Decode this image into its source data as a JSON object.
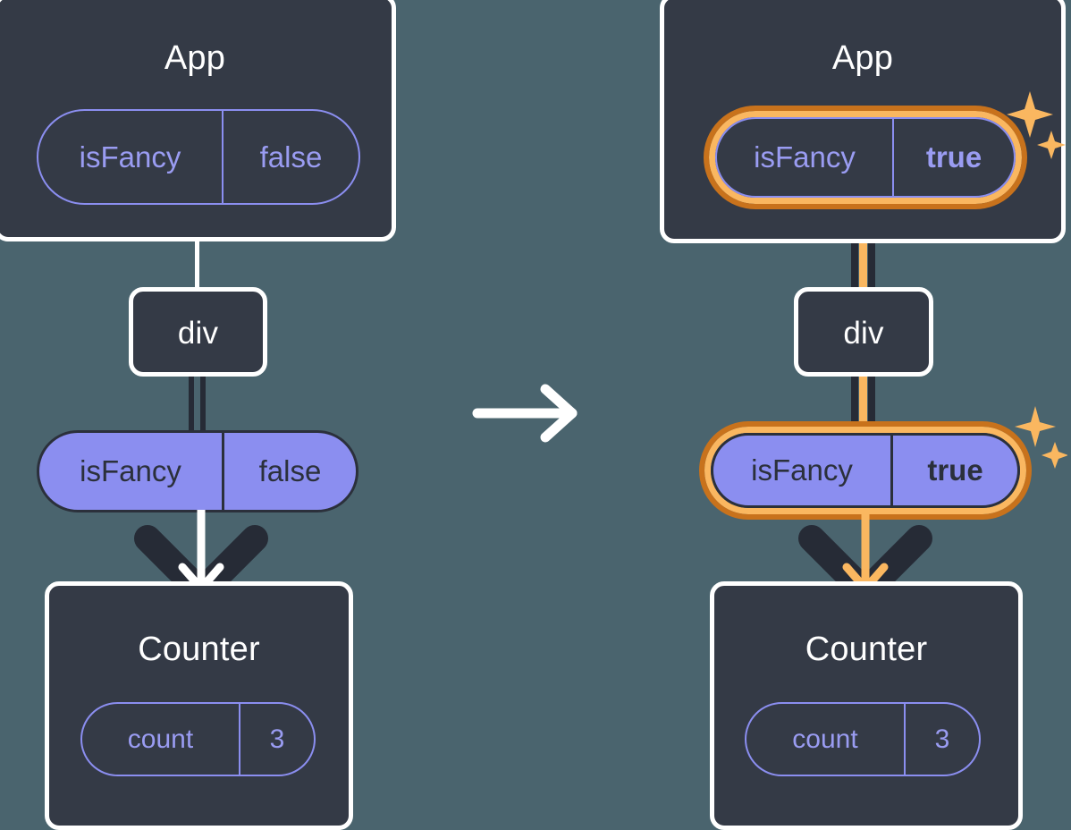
{
  "diagram": {
    "type": "react-component-tree-state-update",
    "background_color": "#4a646e",
    "transition_arrow": "right-arrow",
    "panels": [
      {
        "id": "before",
        "app": {
          "title": "App",
          "prop": {
            "key": "isFancy",
            "value": "false",
            "highlighted": false,
            "bold_value": false
          }
        },
        "div": {
          "label": "div"
        },
        "flow_pill": {
          "key": "isFancy",
          "value": "false",
          "highlighted": false,
          "bold_value": false
        },
        "counter": {
          "title": "Counter",
          "state": {
            "key": "count",
            "value": "3"
          }
        },
        "arrow_color": "#ffffff",
        "line_color": "#ffffff"
      },
      {
        "id": "after",
        "app": {
          "title": "App",
          "prop": {
            "key": "isFancy",
            "value": "true",
            "highlighted": true,
            "bold_value": true
          }
        },
        "div": {
          "label": "div"
        },
        "flow_pill": {
          "key": "isFancy",
          "value": "true",
          "highlighted": true,
          "bold_value": true
        },
        "counter": {
          "title": "Counter",
          "state": {
            "key": "count",
            "value": "3"
          }
        },
        "arrow_color": "#fab760",
        "line_color": "#fab760"
      }
    ],
    "colors": {
      "node_fill": "#343a46",
      "node_border": "#ffffff",
      "pill_outline": "#8b8ef0",
      "pill_solid_fill": "#8b8ef0",
      "pill_solid_text": "#2b303b",
      "highlight_outer": "#c8721c",
      "highlight_inner": "#fab760",
      "sparkle": "#fab760",
      "dark_line": "#262b36"
    }
  }
}
